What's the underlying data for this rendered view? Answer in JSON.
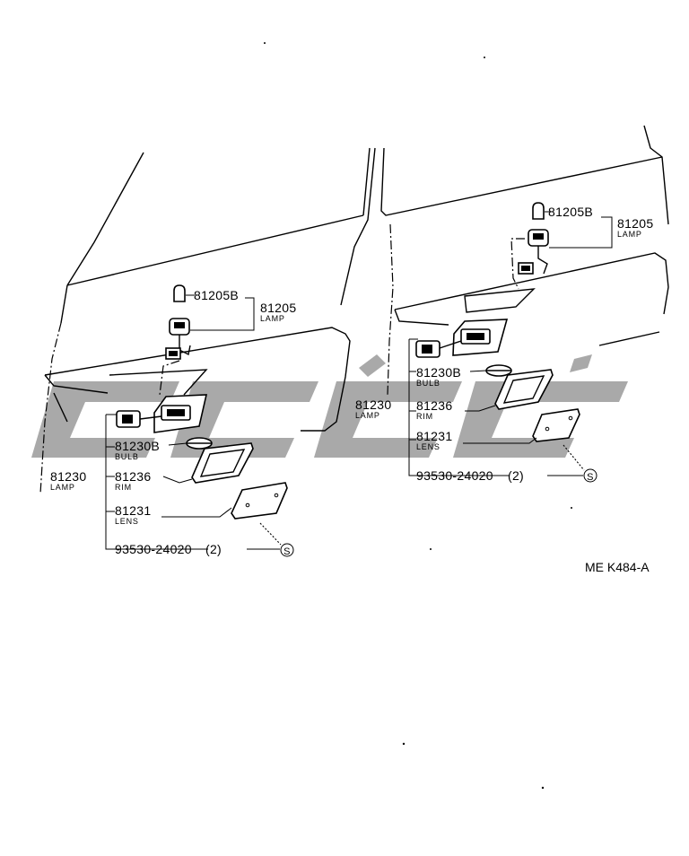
{
  "diagram_code": "ME K484-A",
  "fastener_symbol": "S",
  "left": {
    "lamp_assy_pn": "81230",
    "lamp_assy_name": "LAMP",
    "upper_lamp_pn": "81205",
    "upper_lamp_name": "LAMP",
    "upper_bulb_pn": "81205B",
    "bulb_pn": "81230B",
    "bulb_name": "BULB",
    "rim_pn": "81236",
    "rim_name": "RIM",
    "lens_pn": "81231",
    "lens_name": "LENS",
    "screw_pn": "93530-24020",
    "screw_qty": "(2)"
  },
  "right": {
    "lamp_assy_pn": "81230",
    "lamp_assy_name": "LAMP",
    "upper_lamp_pn": "81205",
    "upper_lamp_name": "LAMP",
    "upper_bulb_pn": "81205B",
    "bulb_pn": "81230B",
    "bulb_name": "BULB",
    "rim_pn": "81236",
    "rim_name": "RIM",
    "lens_pn": "81231",
    "lens_name": "LENS",
    "screw_pn": "93530-24020",
    "screw_qty": "(2)"
  }
}
